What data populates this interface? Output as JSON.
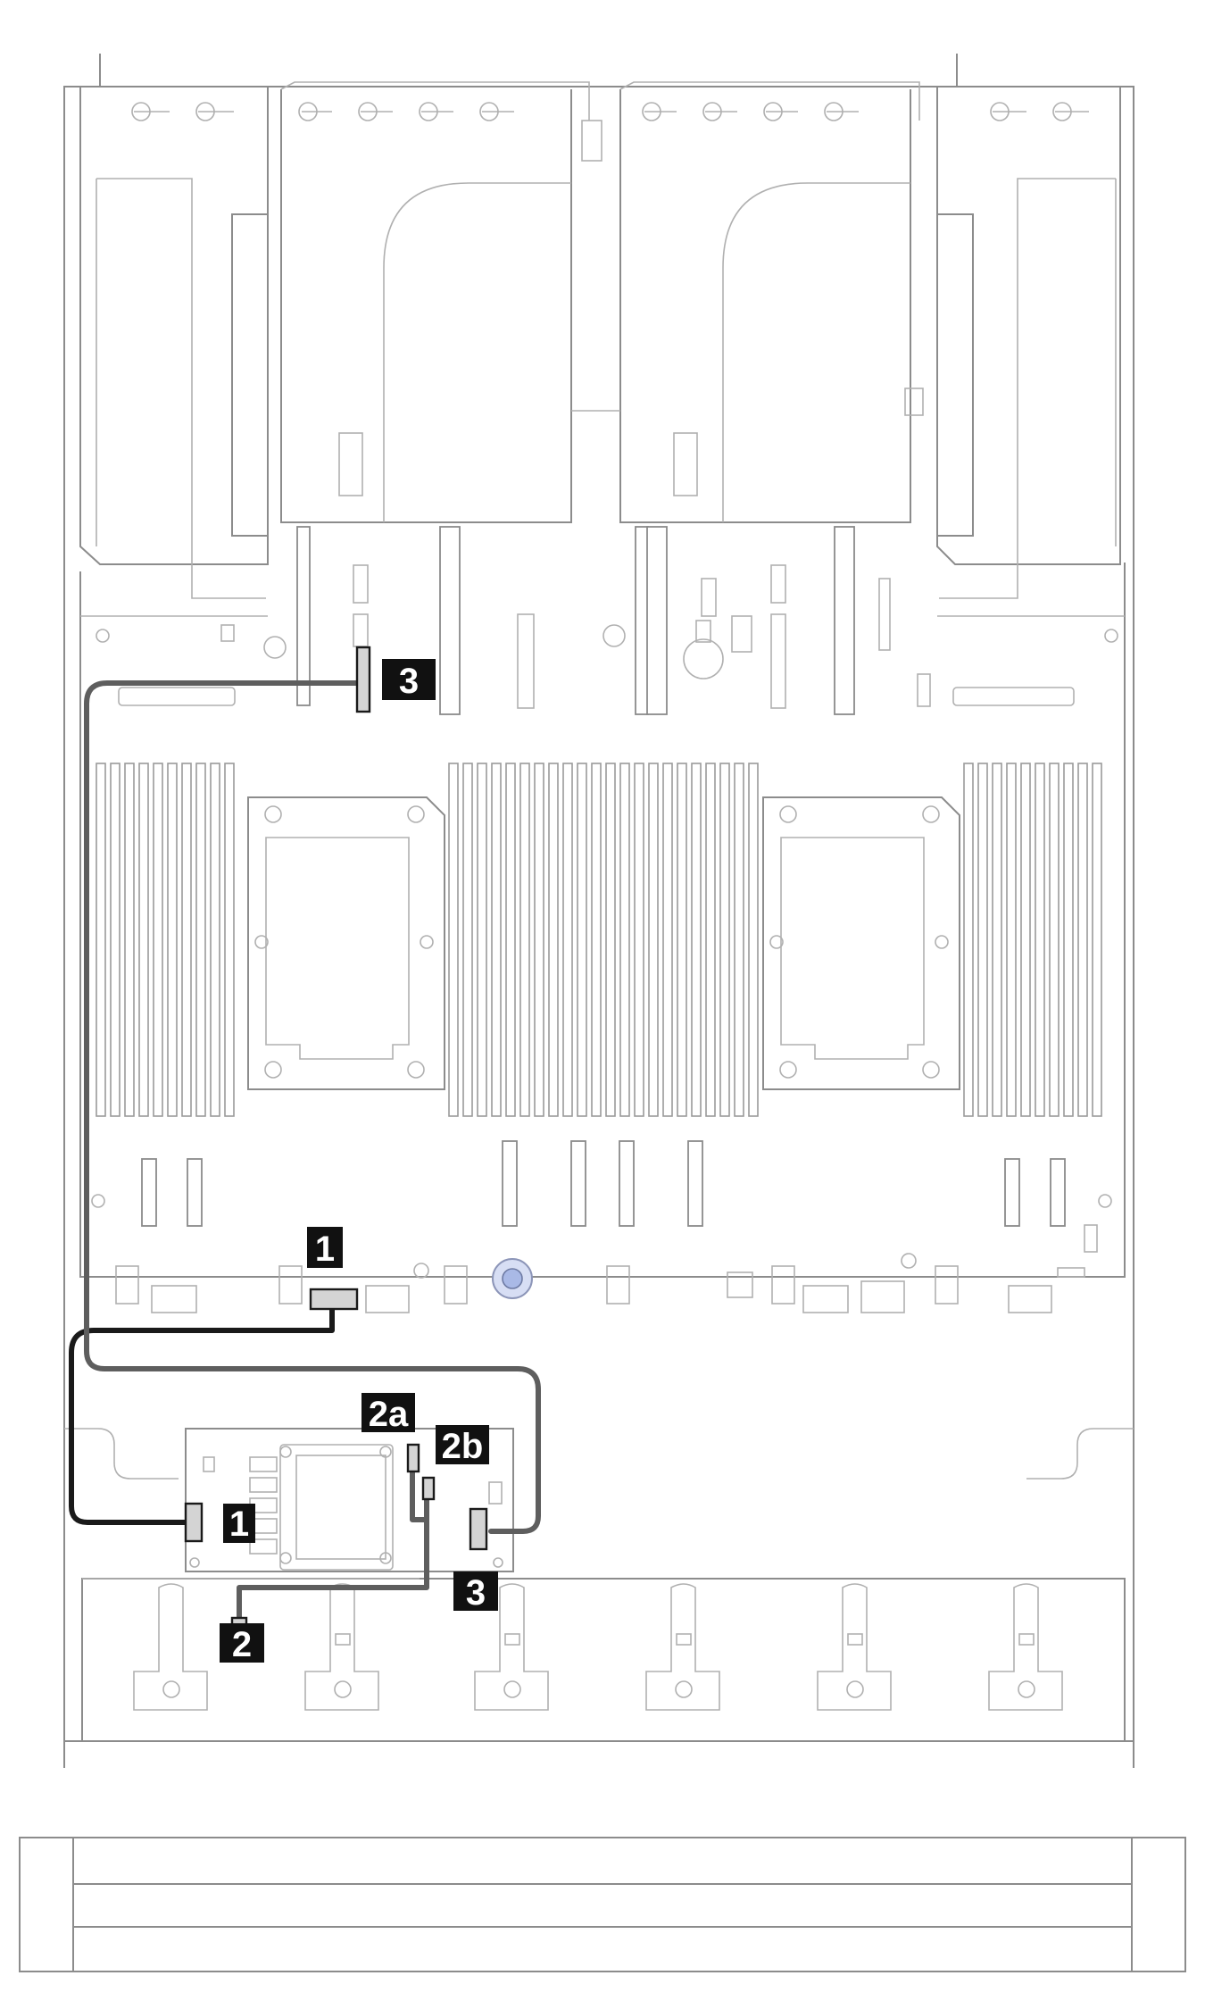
{
  "callouts": {
    "c1_top": "1",
    "c3_top": "3",
    "c1_bottom": "1",
    "c2a": "2a",
    "c2b": "2b",
    "c3_bottom": "3",
    "c2": "2"
  },
  "colors": {
    "outline": "#8c8c8c",
    "cable_primary": "#1a1a1a",
    "cable_secondary": "#5e5e5e",
    "callout_bg": "#111111",
    "callout_text": "#ffffff",
    "accent_screw": "#a9b9e6"
  }
}
